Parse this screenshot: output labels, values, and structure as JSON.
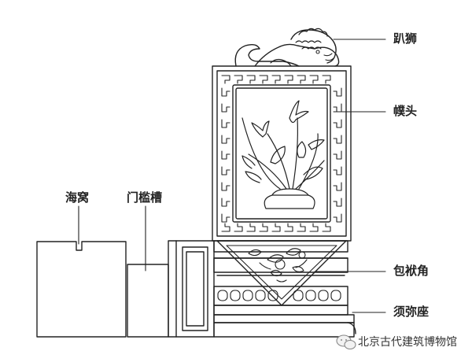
{
  "labels": {
    "lion": "趴狮",
    "head": "幞头",
    "wrap": "包袱角",
    "base": "须弥座",
    "sea_nest": "海窝",
    "sill_slot": "门槛槽"
  },
  "watermark": {
    "icon": "wechat-icon",
    "text": "北京古代建筑博物馆"
  },
  "colors": {
    "line": "#222222",
    "background": "#ffffff"
  }
}
